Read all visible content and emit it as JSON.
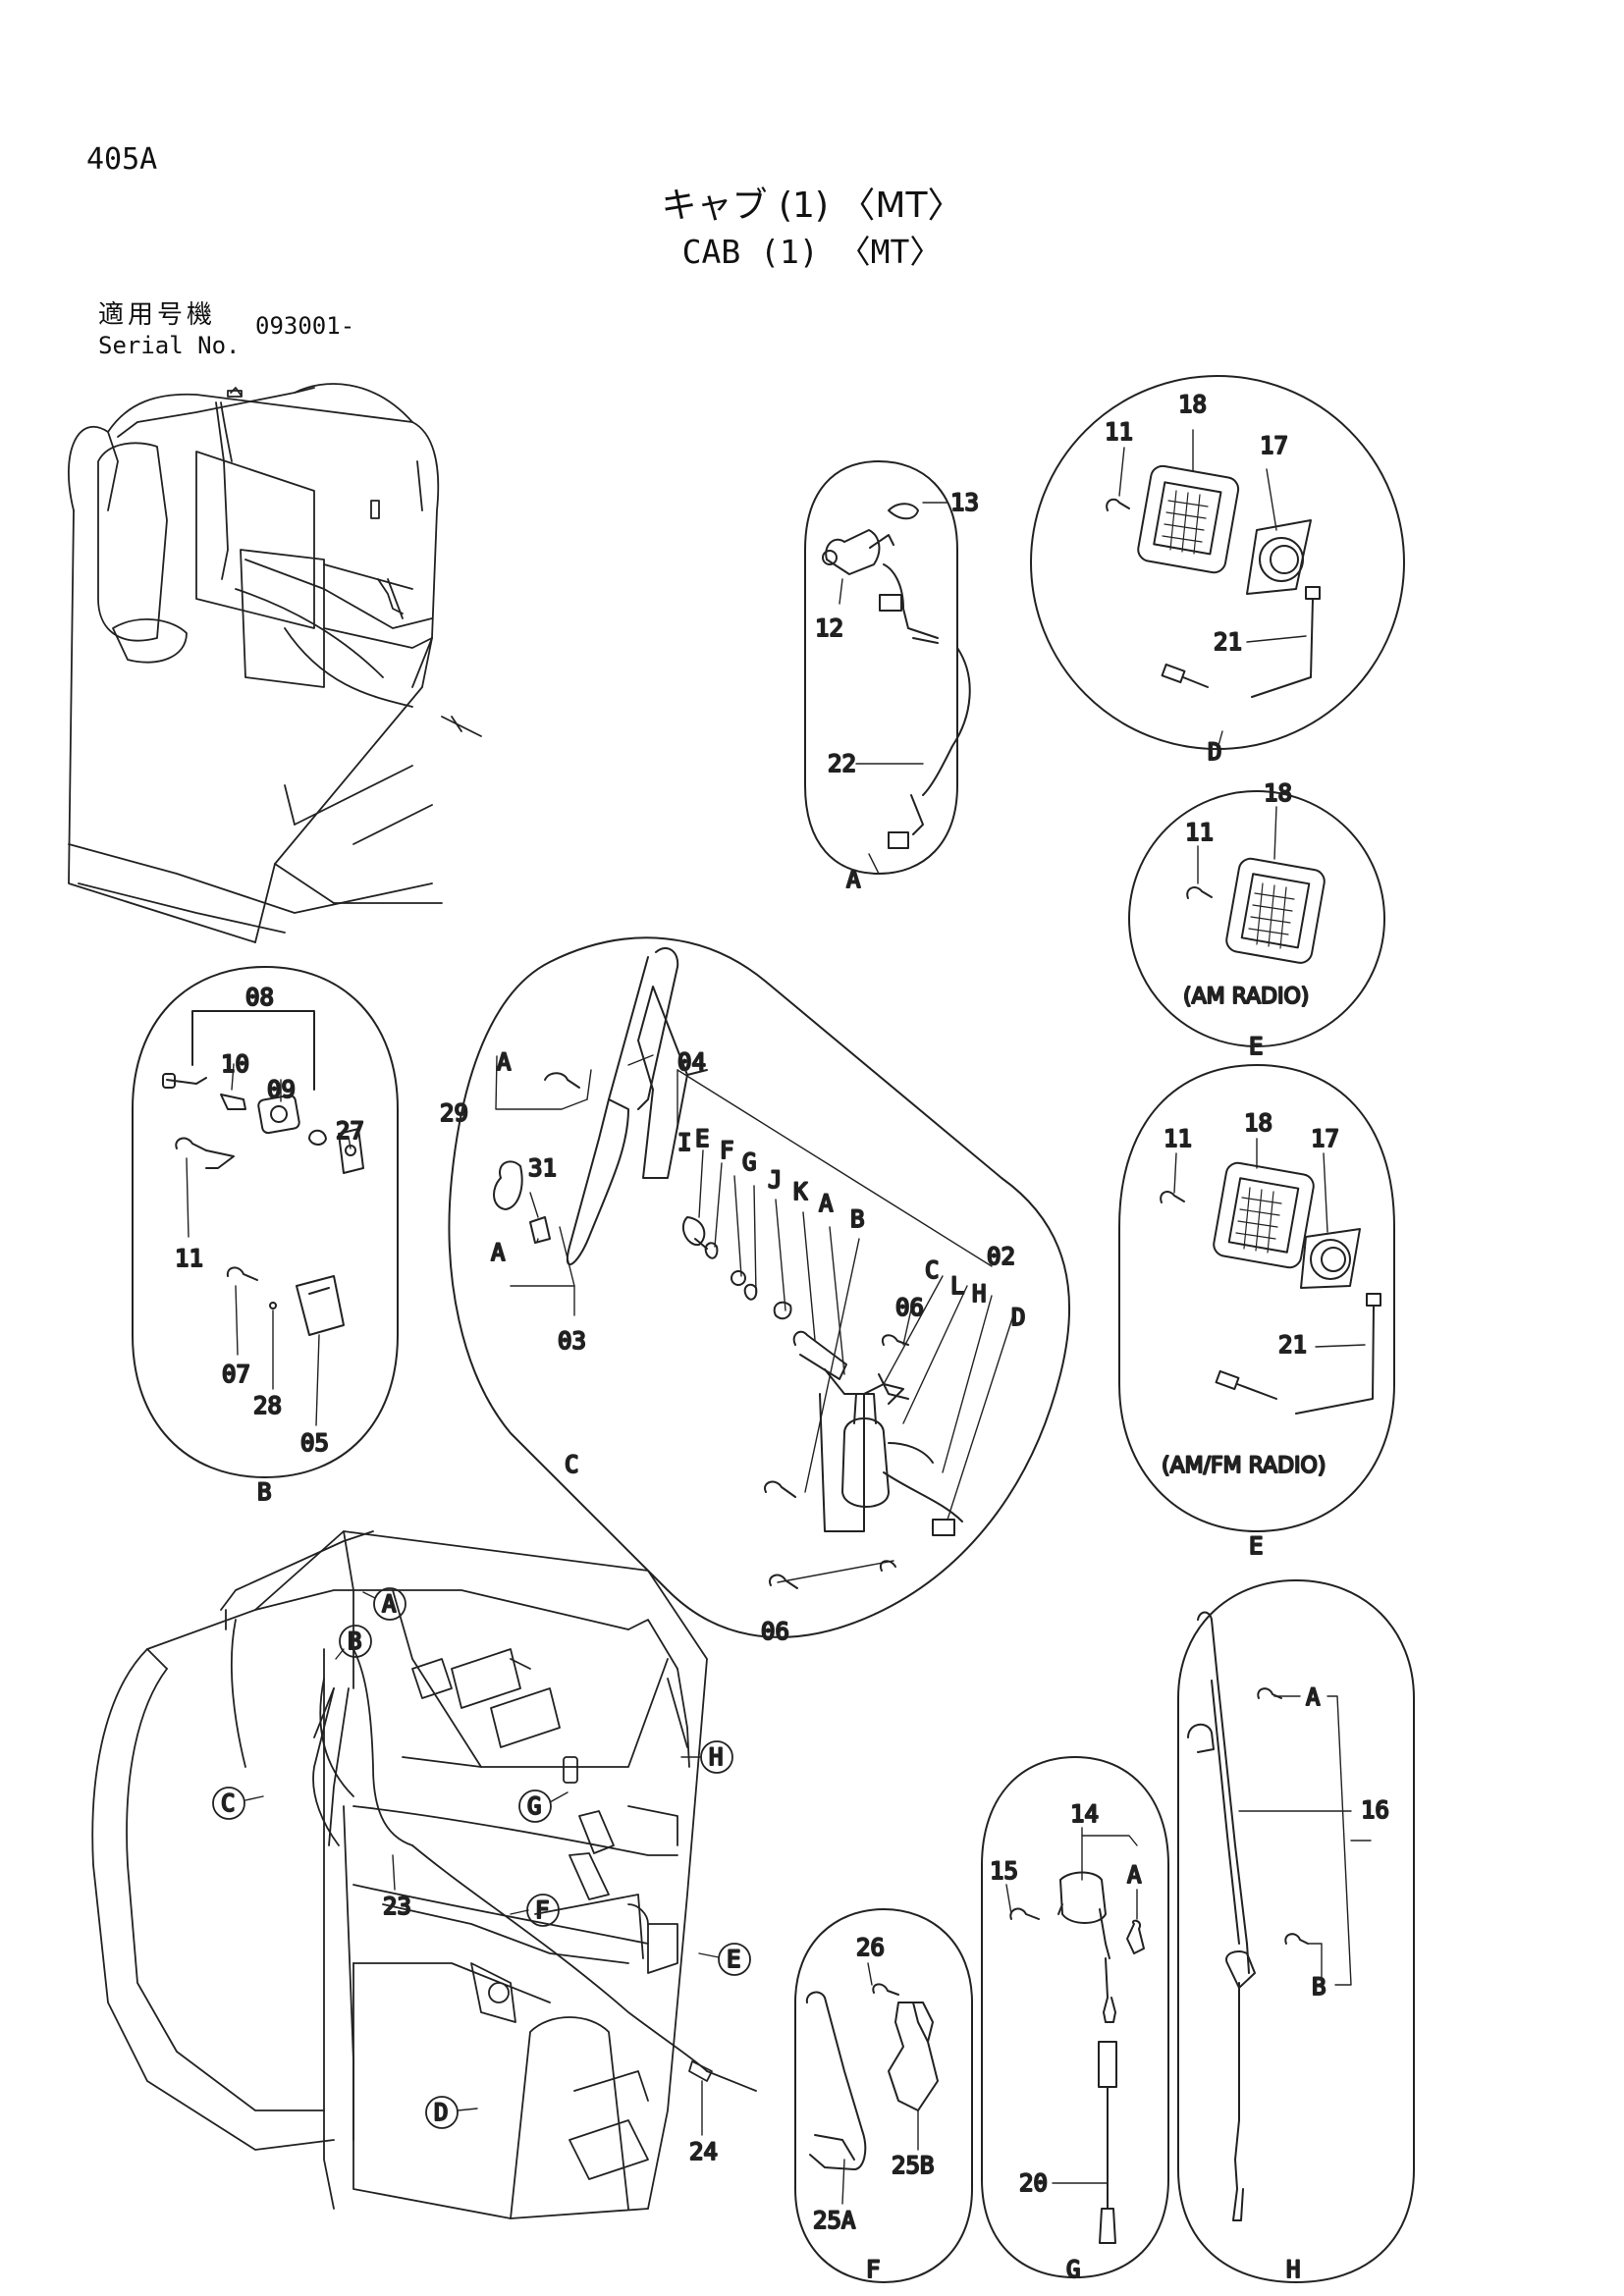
{
  "page": {
    "page_number": "405A",
    "title_jp": "キャブ (1) 〈MT〉",
    "title_en": "CAB (1) 〈MT〉",
    "serial_label_jp": "適用号機",
    "serial_label_en": "Serial No.",
    "serial_number": "093001-"
  },
  "detail_A": {
    "label": "A",
    "parts": [
      "13",
      "12",
      "22"
    ]
  },
  "detail_D": {
    "label": "D",
    "parts": [
      "11",
      "18",
      "17",
      "21"
    ]
  },
  "detail_E_am": {
    "label": "E",
    "caption": "(AM RADIO)",
    "parts": [
      "11",
      "18"
    ]
  },
  "detail_E_amfm": {
    "label": "E",
    "caption": "(AM/FM RADIO)",
    "parts": [
      "11",
      "18",
      "17",
      "21"
    ]
  },
  "detail_B": {
    "label": "B",
    "parts": [
      "08",
      "10",
      "09",
      "27",
      "11",
      "07",
      "28",
      "05"
    ]
  },
  "detail_C": {
    "label": "C",
    "parts": [
      "04",
      "29",
      "31",
      "03",
      "06",
      "06",
      "02"
    ],
    "refs": [
      "A",
      "A",
      "I",
      "E",
      "F",
      "G",
      "J",
      "K",
      "A",
      "B",
      "C",
      "L",
      "H",
      "D"
    ]
  },
  "main_view": {
    "callouts": [
      "A",
      "B",
      "C",
      "D",
      "E",
      "F",
      "G",
      "H"
    ],
    "parts": [
      "23",
      "24"
    ]
  },
  "detail_F": {
    "label": "F",
    "parts": [
      "26",
      "25A",
      "25B"
    ]
  },
  "detail_G": {
    "label": "G",
    "parts": [
      "14",
      "A",
      "15",
      "20"
    ]
  },
  "detail_H": {
    "label": "H",
    "parts": [
      "A",
      "16",
      "B"
    ]
  }
}
